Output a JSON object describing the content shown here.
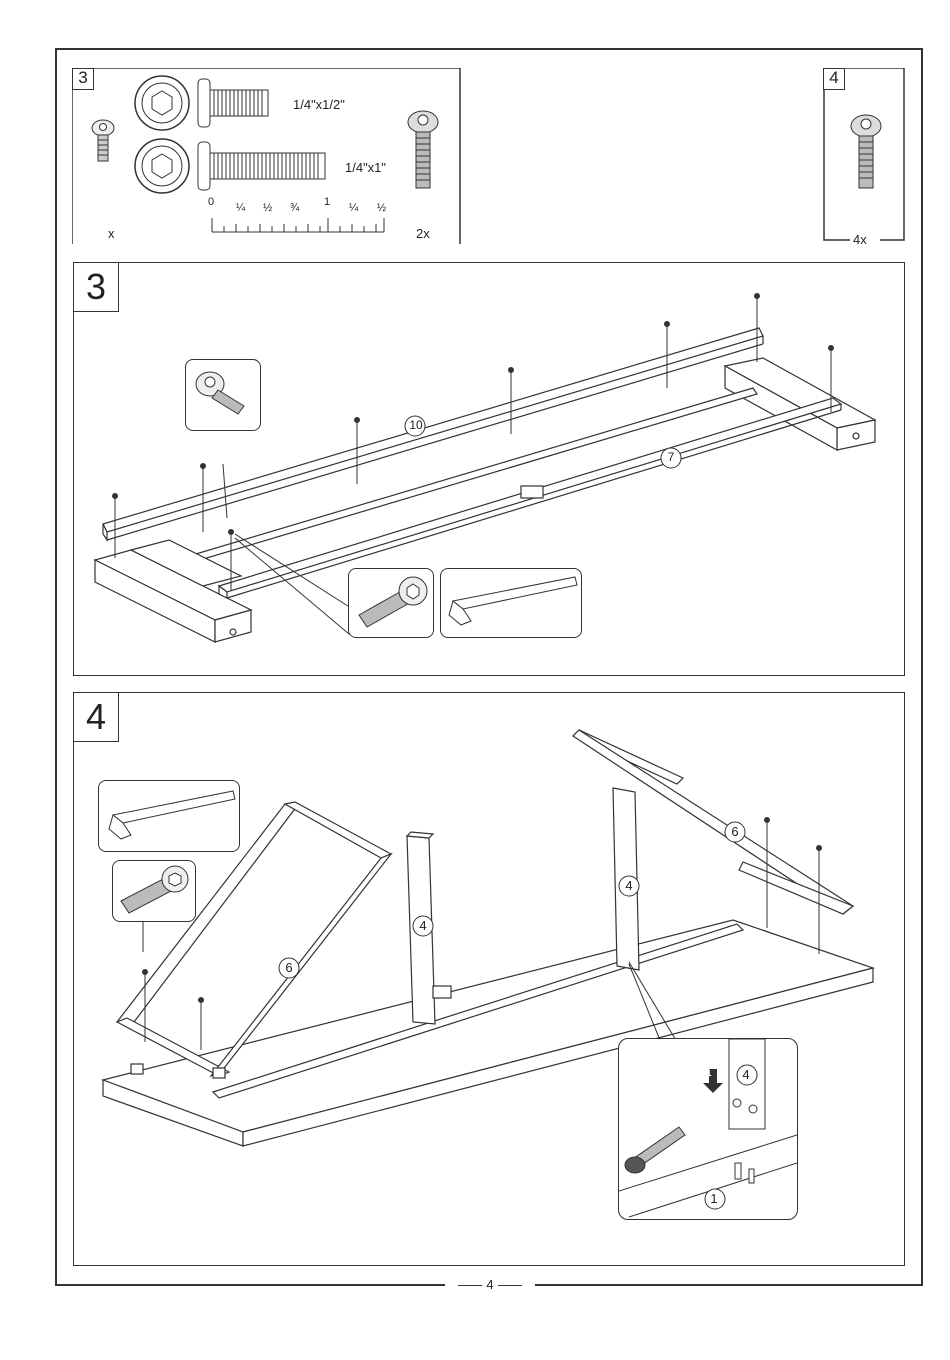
{
  "page": {
    "number": "4"
  },
  "parts_box_3": {
    "label": "3",
    "bolt_short_size": "1/4\"x1/2\"",
    "bolt_long_size": "1/4\"x1\"",
    "qty_left": "x",
    "qty_right": "2x",
    "scale_ticks": [
      "0",
      "¼",
      "½",
      "¾",
      "1",
      "¼",
      "½"
    ]
  },
  "parts_box_4": {
    "label": "4",
    "qty": "4x"
  },
  "step_3": {
    "number": "3",
    "part_labels": [
      "10",
      "7"
    ]
  },
  "step_4": {
    "number": "4",
    "part_labels": [
      "6",
      "4",
      "4",
      "6",
      "4",
      "1"
    ],
    "detail_step": "1"
  }
}
